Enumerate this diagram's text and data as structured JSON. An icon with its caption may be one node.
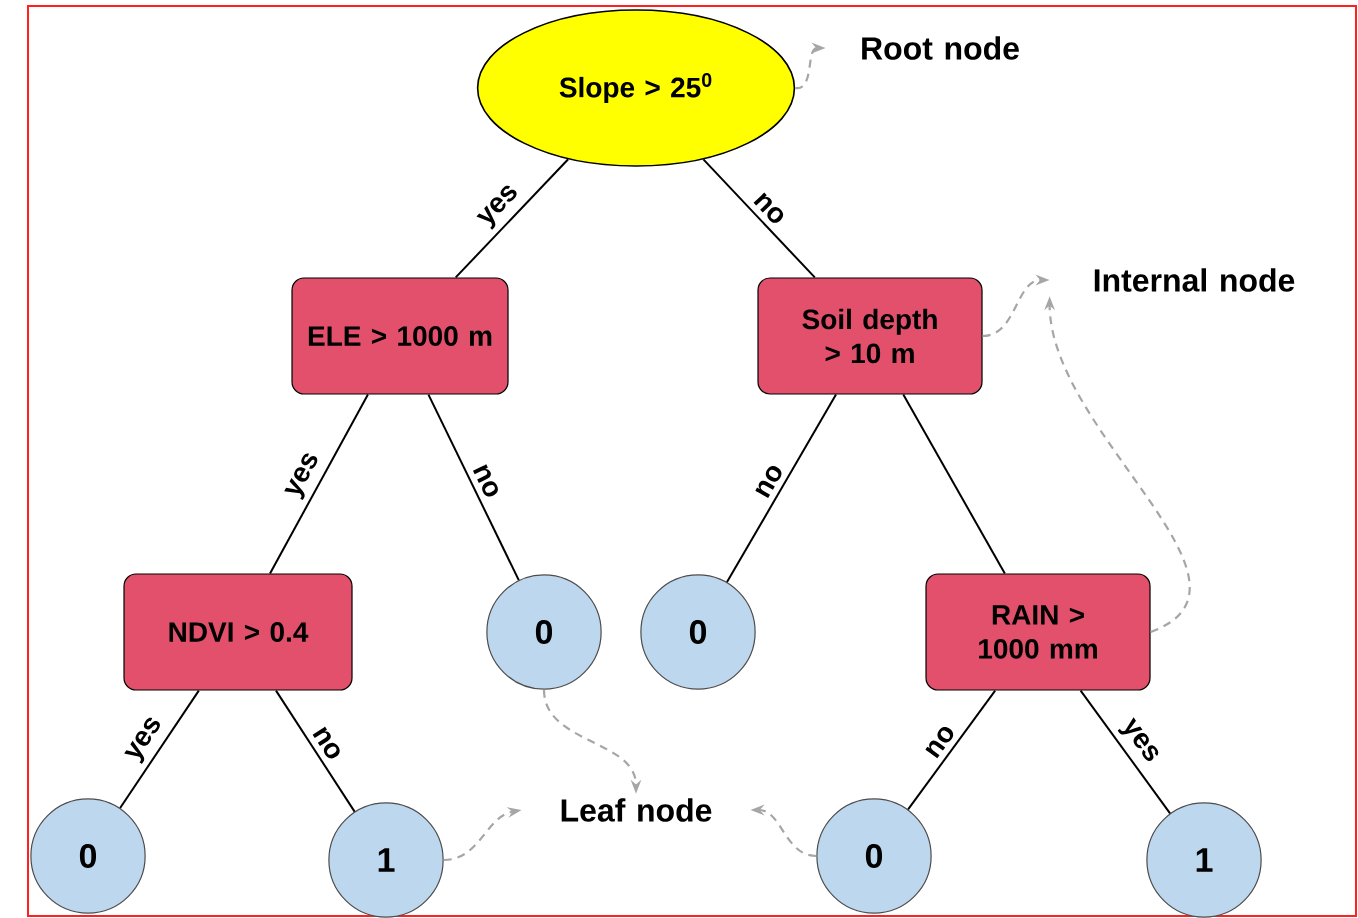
{
  "diagram": {
    "nodes": [
      {
        "text": [
          "Slope > 25$^{0}$"
        ]
      },
      {
        "text": [
          "ELE > 1000 m"
        ]
      },
      {
        "text": [
          "Soil depth > 10 m"
        ]
      },
      {
        "text": [
          "NDVI > 0.4"
        ]
      },
      {
        "text": [
          "0"
        ]
      },
      {
        "text": [
          "0"
        ]
      },
      {
        "text": [
          "RAIN > 1000 mm"
        ]
      },
      {
        "text": [
          "0"
        ]
      },
      {
        "text": [
          "1"
        ]
      },
      {
        "text": [
          "0"
        ]
      },
      {
        "text": [
          "1"
        ]
      },
      {
        "text": [
          "Root node"
        ]
      },
      {
        "text": [
          "Internal node"
        ]
      },
      {
        "text": [
          "Leaf node"
        ]
      }
    ],
    "edges": [
      {
        "from": 0,
        "to": 1,
        "arrow": "none",
        "label": "yes"
      },
      {
        "from": 0,
        "to": 2,
        "arrow": "none",
        "label": "no"
      },
      {
        "from": 1,
        "to": 3,
        "arrow": "none",
        "label": "yes"
      },
      {
        "from": 1,
        "to": 4,
        "arrow": "none",
        "label": "no"
      },
      {
        "from": 2,
        "to": 5,
        "arrow": "none",
        "label": "no"
      },
      {
        "from": 2,
        "to": 6,
        "arrow": "none"
      },
      {
        "from": 3,
        "to": 7,
        "arrow": "none",
        "label": "yes"
      },
      {
        "from": 3,
        "to": 8,
        "arrow": "none",
        "label": "no"
      },
      {
        "from": 6,
        "to": 9,
        "arrow": "none",
        "label": "no"
      },
      {
        "from": 6,
        "to": 10,
        "arrow": "none",
        "label": "yes"
      },
      {
        "from": 0,
        "to": 11,
        "arrow": "to",
        "style": "dashed",
        "color": "#a6a6a6"
      },
      {
        "from": 2,
        "to": 12,
        "arrow": "to",
        "style": "dashed",
        "color": "#a6a6a6"
      },
      {
        "from": 6,
        "to": 12,
        "arrow": "to",
        "style": "dashed",
        "color": "#a6a6a6"
      },
      {
        "from": 4,
        "to": 13,
        "arrow": "to",
        "style": "dashed",
        "color": "#a6a6a6"
      },
      {
        "from": 8,
        "to": 13,
        "arrow": "to",
        "style": "dashed",
        "color": "#a6a6a6"
      },
      {
        "from": 9,
        "to": 13,
        "arrow": "to",
        "style": "dashed",
        "color": "#a6a6a6"
      }
    ]
  }
}
